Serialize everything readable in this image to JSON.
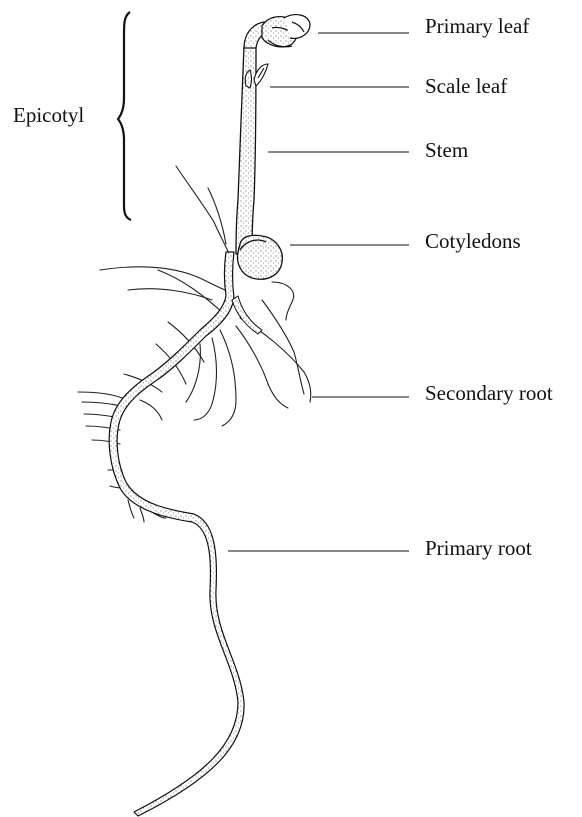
{
  "labels": {
    "primary_leaf": "Primary leaf",
    "scale_leaf": "Scale leaf",
    "stem": "Stem",
    "cotyledons": "Cotyledons",
    "secondary_root": "Secondary root",
    "primary_root": "Primary root",
    "epicotyl": "Epicotyl"
  },
  "colors": {
    "ink": "#111111",
    "background": "#ffffff"
  }
}
